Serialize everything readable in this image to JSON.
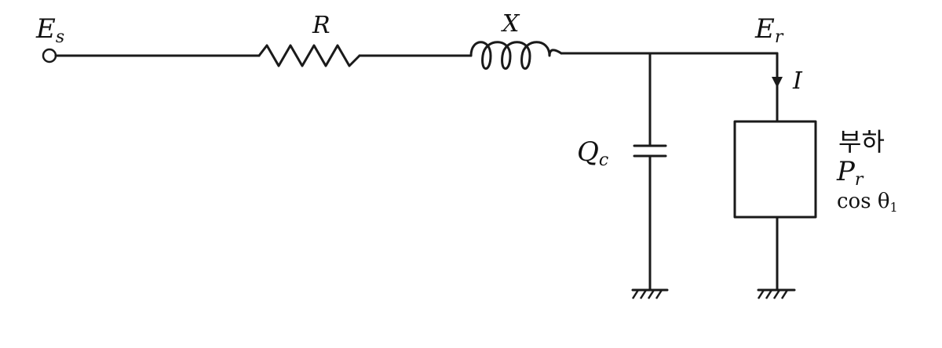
{
  "diagram": {
    "labels": {
      "sending_voltage": {
        "main": "E",
        "sub": "s"
      },
      "resistance": "R",
      "reactance": "X",
      "receiving_voltage": {
        "main": "E",
        "sub": "r"
      },
      "current": "I",
      "capacitor": {
        "main": "Q",
        "sub": "c"
      },
      "load_name": "부하",
      "load_power": {
        "main": "P",
        "sub": "r"
      },
      "load_pf": {
        "main": "cos θ",
        "sub": "1"
      }
    }
  }
}
